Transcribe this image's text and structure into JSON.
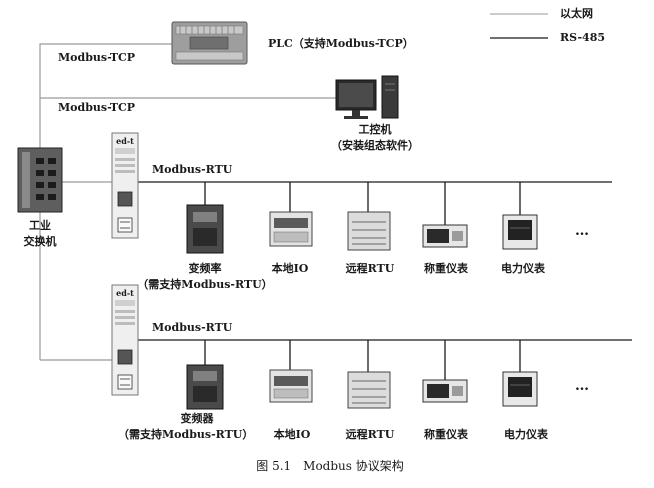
{
  "legend": {
    "ethernet": "以太网",
    "rs485": "RS-485"
  },
  "protocols": {
    "tcp_top": "Modbus-TCP",
    "tcp_second": "Modbus-TCP",
    "rtu_top": "Modbus-RTU",
    "rtu_bottom": "Modbus-RTU"
  },
  "devices": {
    "plc": "PLC（支持Modbus-TCP）",
    "ipc_line1": "工控机",
    "ipc_line2": "（安装组态软件）",
    "switch_line1": "工业",
    "switch_line2": "交换机",
    "gateway_text": "ed-t"
  },
  "bus_top": {
    "vfd_line1": "变频率",
    "vfd_line2": "（需支持Modbus-RTU）",
    "local_io": "本地IO",
    "remote_rtu": "远程RTU",
    "weigh": "称重仪表",
    "power": "电力仪表",
    "more": "…"
  },
  "bus_bottom": {
    "vfd_line1": "变频器",
    "vfd_line2": "（需支持Modbus-RTU）",
    "local_io": "本地IO",
    "remote_rtu": "远程RTU",
    "weigh": "称重仪表",
    "power": "电力仪表",
    "more": "…"
  },
  "caption": "图 5.1　Modbus 协议架构",
  "colors": {
    "ethernet": "#9a9a9a",
    "rs485": "#1a1a1a"
  }
}
